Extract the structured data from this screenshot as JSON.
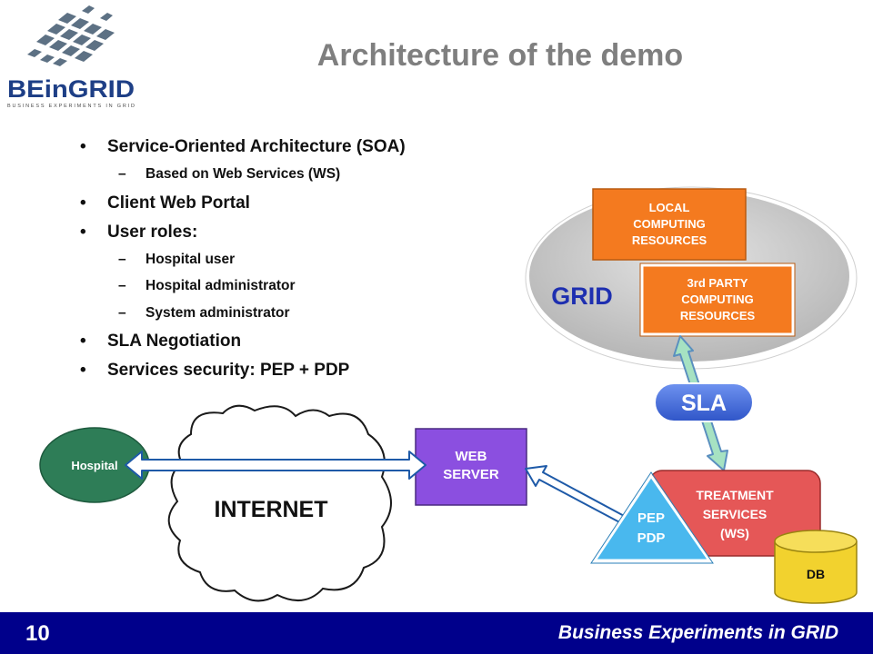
{
  "logo": {
    "text": "BEinGRID",
    "tagline": "BUSINESS EXPERIMENTS IN GRID"
  },
  "title": "Architecture of the demo",
  "bullets": [
    {
      "level": 1,
      "text": "Service-Oriented Architecture (SOA)"
    },
    {
      "level": 2,
      "text": "Based on Web Services (WS)"
    },
    {
      "level": 1,
      "text": "Client Web Portal"
    },
    {
      "level": 1,
      "text": "User roles:"
    },
    {
      "level": 2,
      "text": "Hospital user"
    },
    {
      "level": 2,
      "text": "Hospital administrator"
    },
    {
      "level": 2,
      "text": "System administrator"
    },
    {
      "level": 1,
      "text": "SLA Negotiation"
    },
    {
      "level": 1,
      "text": "Services security: PEP + PDP"
    }
  ],
  "diagram": {
    "grid": {
      "label": "GRID"
    },
    "local": {
      "line1": "LOCAL",
      "line2": "COMPUTING",
      "line3": "RESOURCES"
    },
    "third_party": {
      "line1": "3rd PARTY",
      "line2": "COMPUTING",
      "line3": "RESOURCES"
    },
    "sla": {
      "label": "SLA"
    },
    "hospital": {
      "label": "Hospital"
    },
    "internet": {
      "label": "INTERNET"
    },
    "web_server": {
      "line1": "WEB",
      "line2": "SERVER"
    },
    "treatment": {
      "line1": "TREATMENT",
      "line2": "SERVICES",
      "line3": "(WS)"
    },
    "pep_pdp": {
      "line1": "PEP",
      "line2": "PDP"
    },
    "db": {
      "label": "DB"
    }
  },
  "footer": {
    "page": "10",
    "text": "Business Experiments in GRID"
  },
  "colors": {
    "title": "#7f7f7f",
    "footer_bg": "#00008b",
    "grid_ellipse": "#c9c9c9",
    "orange": "#f47a1f",
    "hospital": "#2e7d57",
    "web_server": "#8b4fe0",
    "treatment": "#e55757",
    "pep": "#49b8ee",
    "db": "#f2d22e",
    "sla": "#4a70e0",
    "sla_arrow": "#a6e2c2"
  }
}
